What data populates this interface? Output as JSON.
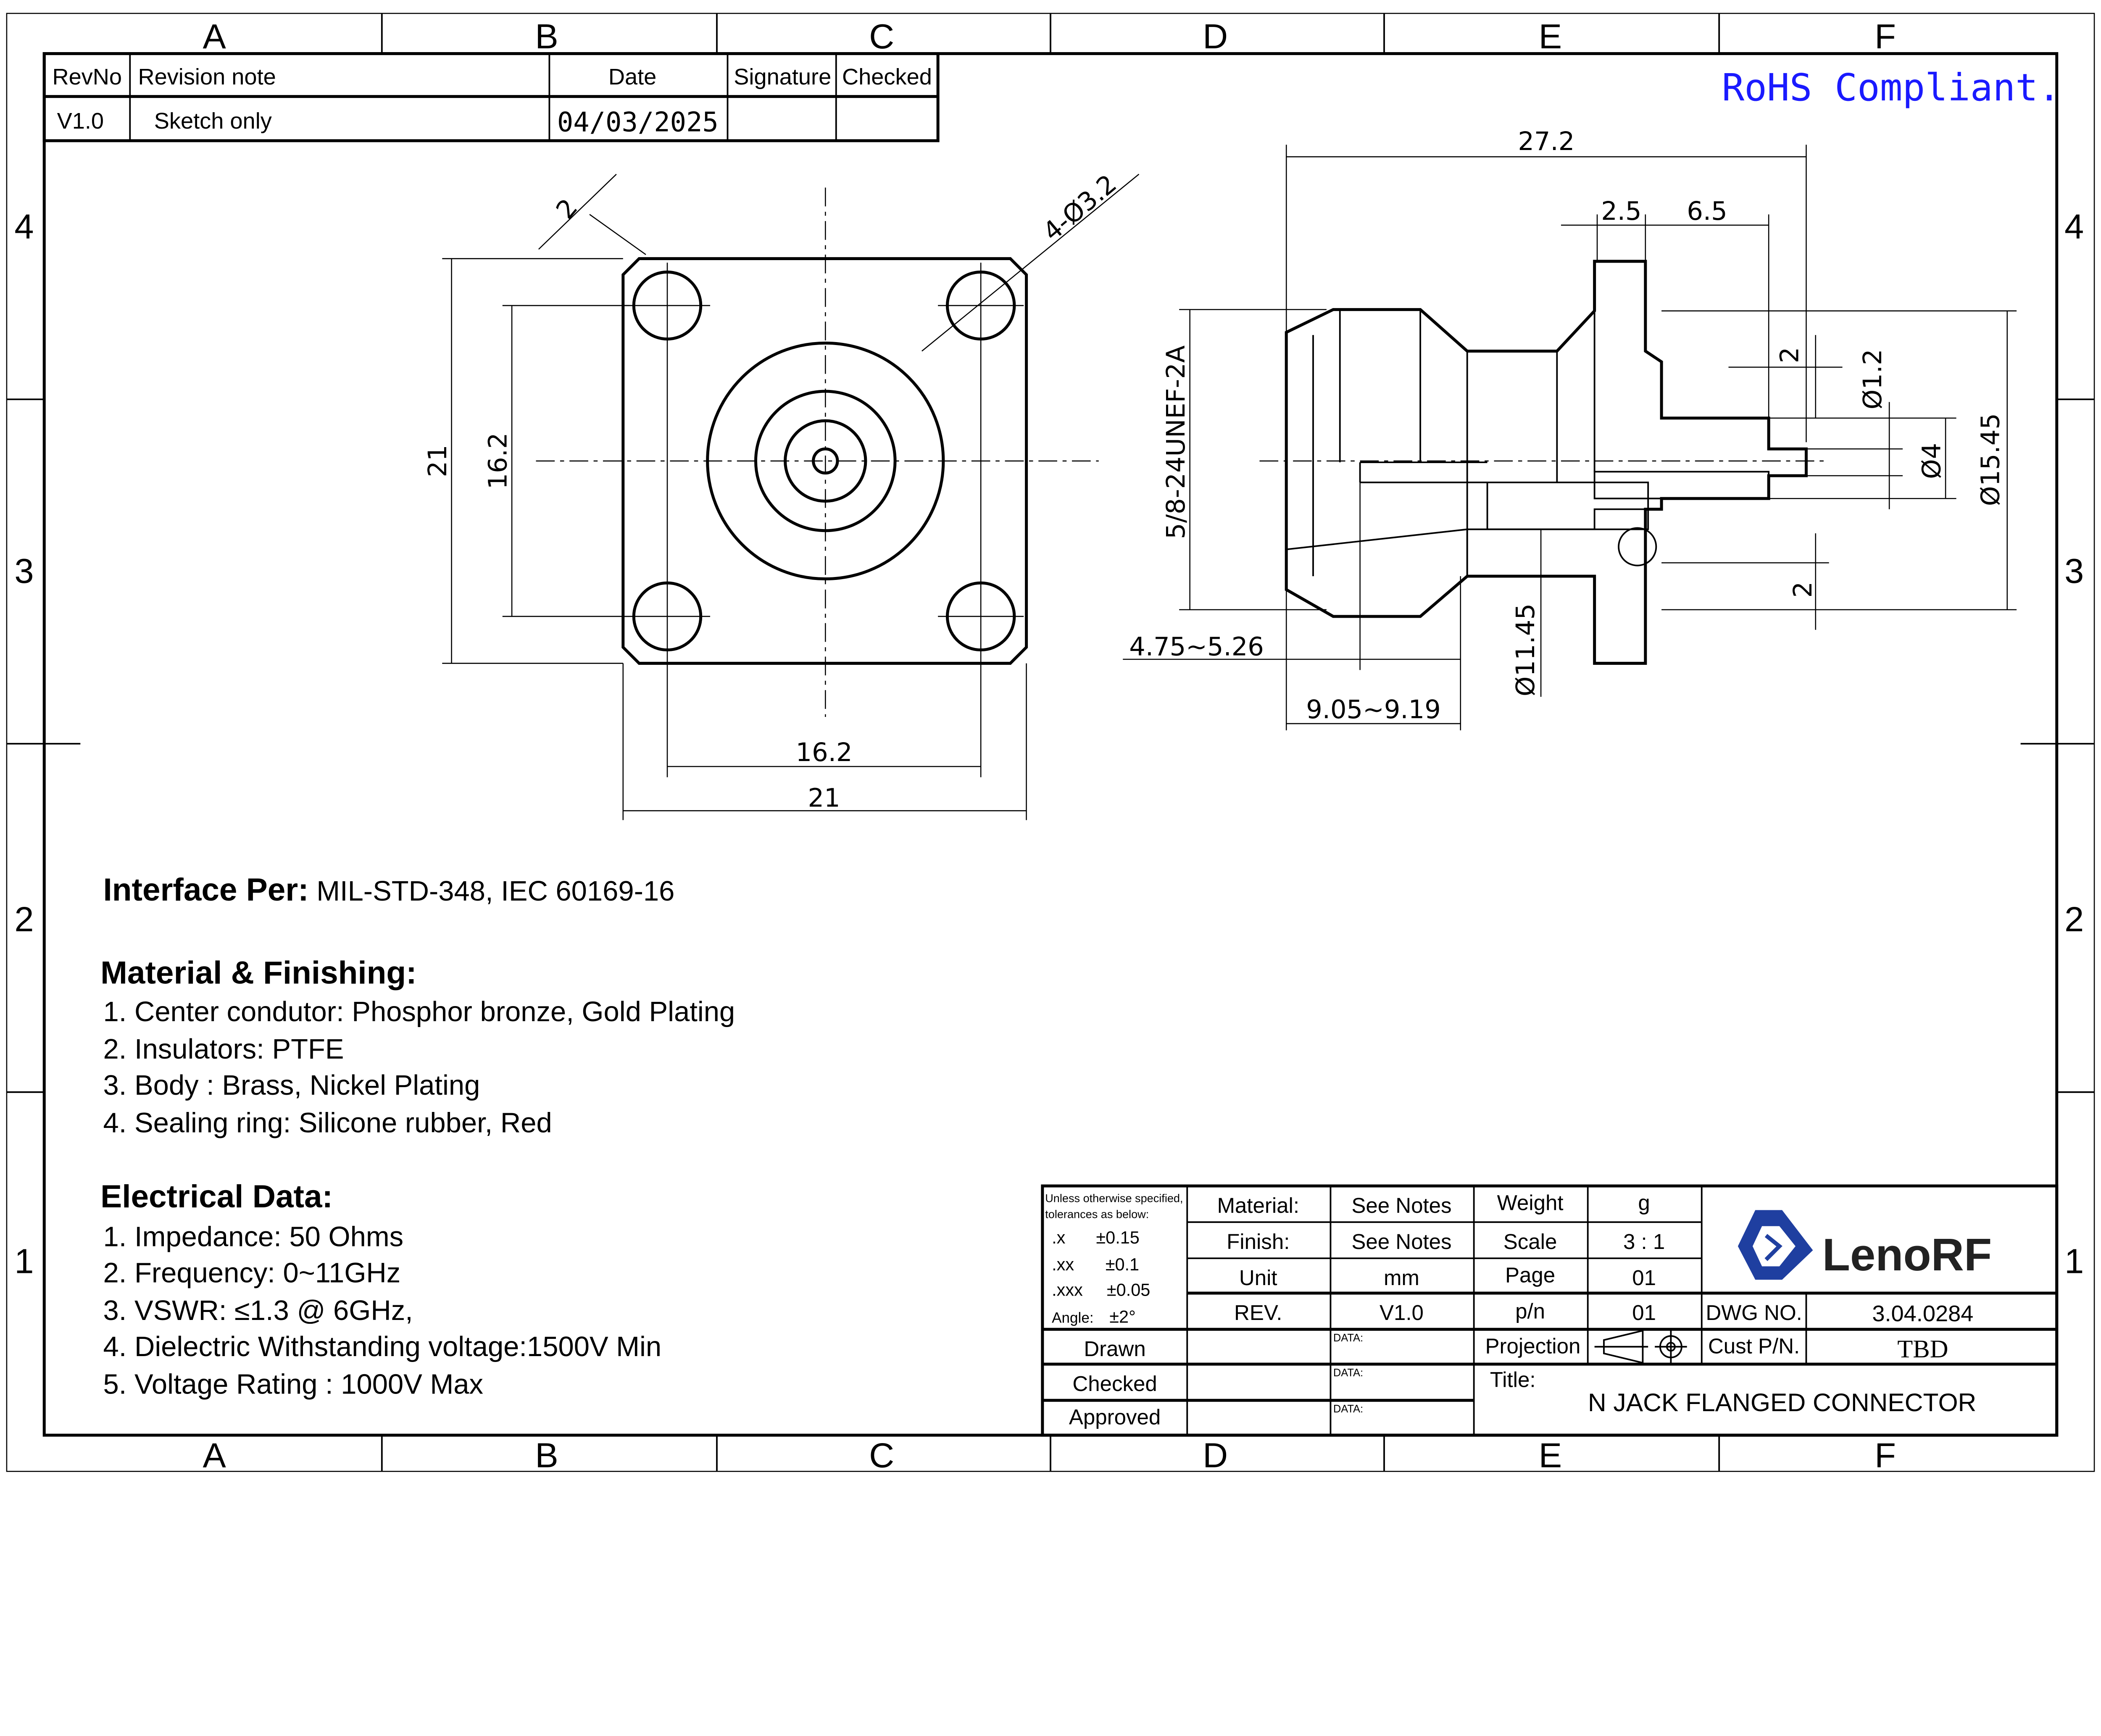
{
  "frame": {
    "columns": [
      "A",
      "B",
      "C",
      "D",
      "E",
      "F"
    ],
    "rows": [
      "4",
      "3",
      "2",
      "1"
    ]
  },
  "revision_table": {
    "headers": [
      "RevNo",
      "Revision note",
      "Date",
      "Signature",
      "Checked"
    ],
    "rows": [
      [
        "V1.0",
        "Sketch only",
        "04/03/2025",
        "",
        ""
      ]
    ]
  },
  "rohs": {
    "text": "RoHS Compliant.",
    "color": "#1a1aff"
  },
  "front_view": {
    "dims": {
      "chamfer": "2",
      "holes": "4-Ø3.2",
      "height": "21",
      "hole_pitch_v": "16.2",
      "hole_pitch_h": "16.2",
      "width": "21"
    }
  },
  "side_view": {
    "dims": {
      "length": "27.2",
      "flange_t": "2.5",
      "pin_len": "6.5",
      "thread": "5/8-24UNEF-2A",
      "gap": "2",
      "pin_dia": "Ø1.2",
      "insulator_dia": "Ø4",
      "body_dia": "Ø15.45",
      "flange_step": "2",
      "dim_a": "4.75~5.26",
      "dim_b": "9.05~9.19",
      "dia_b": "Ø11.45"
    }
  },
  "notes": {
    "interface_label": "Interface Per:",
    "interface_value": " MIL-STD-348, IEC 60169-16",
    "material_heading": "Material & Finishing:",
    "material": [
      "1. Center condutor: Phosphor bronze, Gold Plating",
      "2. Insulators: PTFE",
      "3. Body : Brass, Nickel Plating",
      "4. Sealing ring: Silicone rubber, Red"
    ],
    "electrical_heading": "Electrical Data:",
    "electrical": [
      "1. Impedance: 50 Ohms",
      "2. Frequency: 0~11GHz",
      "3. VSWR: ≤1.3 @ 6GHz,",
      "4. Dielectric Withstanding voltage:1500V Min",
      "5. Voltage Rating : 1000V Max"
    ]
  },
  "title_block": {
    "tolerance_title_1": "Unless otherwise specified,",
    "tolerance_title_2": "tolerances as below:",
    "tolerances": [
      [
        ".x",
        "±0.15"
      ],
      [
        ".xx",
        "±0.1"
      ],
      [
        ".xxx",
        "±0.05"
      ],
      [
        "Angle:",
        "±2°"
      ]
    ],
    "material_label": "Material:",
    "material_value": "See Notes",
    "finish_label": "Finish:",
    "finish_value": "See Notes",
    "unit_label": "Unit",
    "unit_value": "mm",
    "rev_label": "REV.",
    "rev_value": "V1.0",
    "weight_label": "Weight",
    "weight_value": "g",
    "scale_label": "Scale",
    "scale_value": "3 : 1",
    "page_label": "Page",
    "page_value": "01",
    "pn_label": "p/n",
    "pn_value": "01",
    "drawn_label": "Drawn",
    "checked_label": "Checked",
    "approved_label": "Approved",
    "data_label": "DATA:",
    "projection_label": "Projection",
    "dwg_label": "DWG NO.",
    "dwg_value": "3.04.0284",
    "cust_label": "Cust P/N.",
    "cust_value": "TBD",
    "title_label": "Title:",
    "title_value": "N JACK FLANGED CONNECTOR",
    "logo_text": "LenoRF",
    "logo_color": "#1f3fa0"
  }
}
